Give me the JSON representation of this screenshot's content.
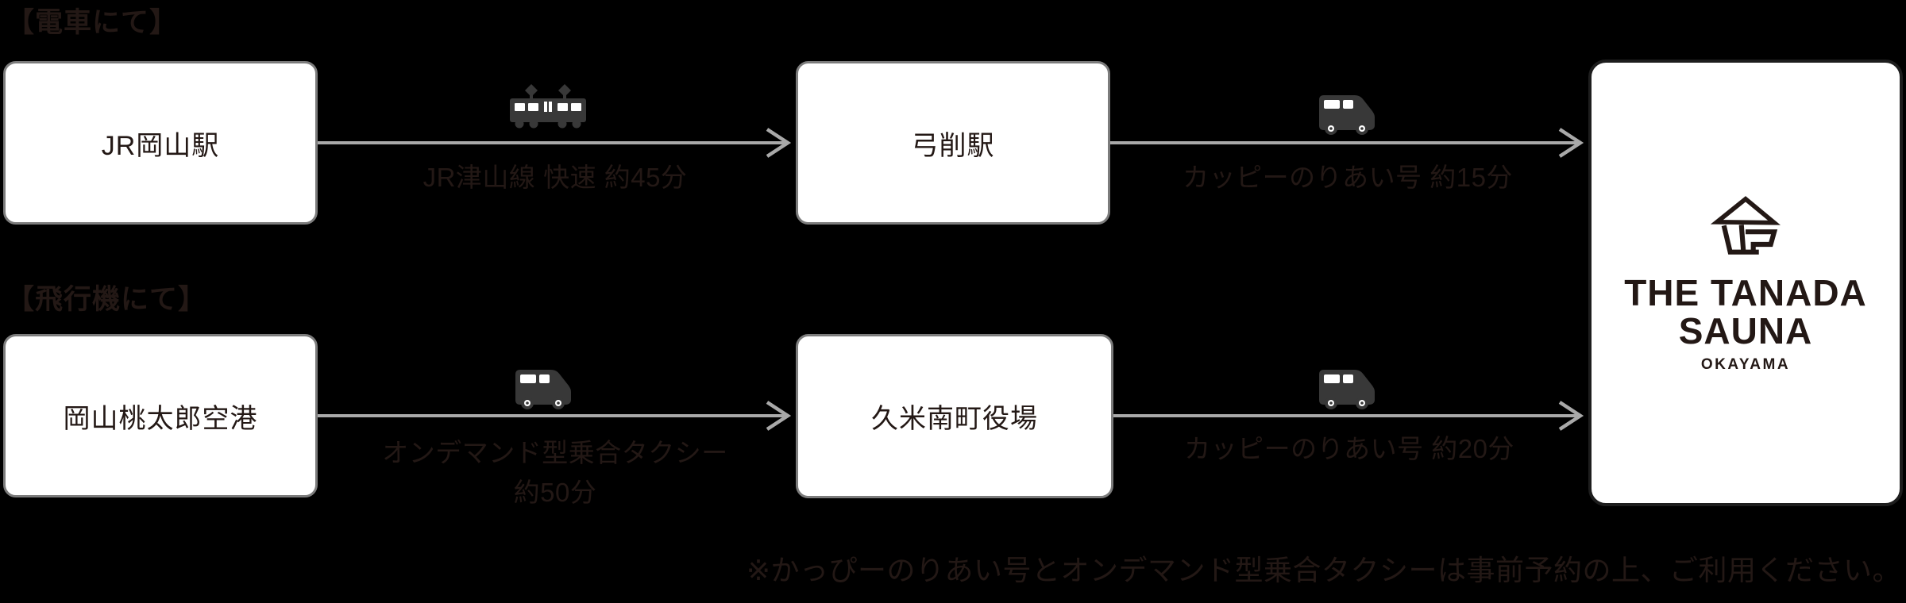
{
  "colors": {
    "background": "#000000",
    "text": "#231815",
    "arrow": "#a9a9a9",
    "icon": "#383838",
    "box_fill": "#ffffff",
    "box_border": "#7c7c7c",
    "logo_box_border": "#1d1d1d"
  },
  "icons": {
    "leg_train": "train-icon",
    "leg_shared_taxi": "van-icon",
    "destination_mark": "pentagon-house-logo-icon"
  },
  "train_route": {
    "heading": "【電車にて】",
    "origin": "JR岡山駅",
    "leg1": {
      "icon": "train-icon",
      "label": "JR津山線 快速 約45分"
    },
    "mid": "弓削駅",
    "leg2": {
      "icon": "van-icon",
      "label": "カッピーのりあい号 約15分"
    }
  },
  "plane_route": {
    "heading": "【飛行機にて】",
    "origin": "岡山桃太郎空港",
    "leg1": {
      "icon": "van-icon",
      "label_line1": "オンデマンド型乗合タクシー",
      "label_line2": "約50分"
    },
    "mid": "久米南町役場",
    "leg2": {
      "icon": "van-icon",
      "label": "カッピーのりあい号 約20分"
    }
  },
  "destination": {
    "name_line1": "THE TANADA",
    "name_line2": "SAUNA",
    "name_line3": "OKAYAMA"
  },
  "footnote": "※かっぴーのりあい号とオンデマンド型乗合タクシーは事前予約の上、ご利用ください。"
}
